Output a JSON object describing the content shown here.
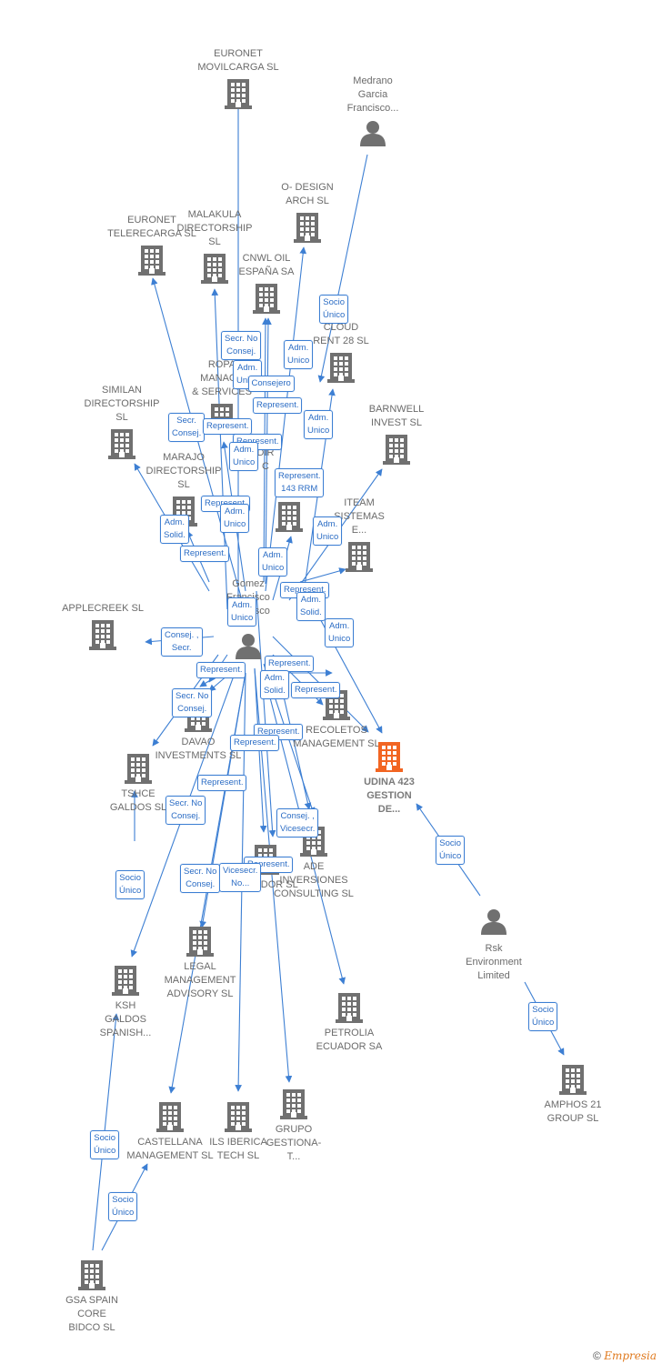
{
  "colors": {
    "edge": "#3d7fd3",
    "company": "#707070",
    "focus": "#f26522",
    "person": "#707070"
  },
  "nodes": [
    {
      "id": "euronet_movil",
      "type": "company",
      "label": "EURONET\nMOVILCARGA SL"
    },
    {
      "id": "medrano",
      "type": "person",
      "label": "Medrano\nGarcia\nFrancisco..."
    },
    {
      "id": "o_design",
      "type": "company",
      "label": "O- DESIGN\nARCH  SL"
    },
    {
      "id": "euronet_tele",
      "type": "company",
      "label": "EURONET\nTELERECARGA SL"
    },
    {
      "id": "malakula",
      "type": "company",
      "label": "MALAKULA\nDIRECTORSHIP\nSL"
    },
    {
      "id": "cnwl",
      "type": "company",
      "label": "CNWL OIL\nESPAÑA SA"
    },
    {
      "id": "cloud",
      "type": "company",
      "label": "CLOUD\nRENT 28  SL"
    },
    {
      "id": "ropa",
      "type": "company",
      "label": "ROPA\nMANAGE\n& SERVICES"
    },
    {
      "id": "similan",
      "type": "company",
      "label": "SIMILAN\nDIRECTORSHIP\nSL"
    },
    {
      "id": "barnwell",
      "type": "company",
      "label": "BARNWELL\nINVEST  SL"
    },
    {
      "id": "marajo",
      "type": "company",
      "label": "MARAJO\nDIRECTORSHIP\nSL"
    },
    {
      "id": "dir",
      "type": "company",
      "label": "DIR\nC"
    },
    {
      "id": "iteam",
      "type": "company",
      "label": "ITEAM\nSISTEMAS\nE..."
    },
    {
      "id": "gomez",
      "type": "person",
      "label": "Gomez\nFrancisco\nFrancisco"
    },
    {
      "id": "applecreek",
      "type": "company",
      "label": "APPLECREEK SL"
    },
    {
      "id": "davao",
      "type": "company",
      "label": "DAVAO\nINVESTMENTS SL"
    },
    {
      "id": "recoletos",
      "type": "company",
      "label": "RECOLETOS\nMANAGEMENT SL"
    },
    {
      "id": "udina",
      "type": "focus",
      "label": "UDINA 423\nGESTION\nDE..."
    },
    {
      "id": "tshce",
      "type": "company",
      "label": "TSHCE\nGALDOS  SL"
    },
    {
      "id": "ade",
      "type": "company",
      "label": "ADE\nINVERSIONES\nCONSULTING SL"
    },
    {
      "id": "ecuador",
      "type": "company",
      "label": "ECUADOR  SL"
    },
    {
      "id": "rsk",
      "type": "person",
      "label": "Rsk\nEnvironment\nLimited"
    },
    {
      "id": "legal",
      "type": "company",
      "label": "LEGAL\nMANAGEMENT\nADVISORY  SL"
    },
    {
      "id": "ksh",
      "type": "company",
      "label": "KSH\nGALDOS\nSPANISH..."
    },
    {
      "id": "petrolia",
      "type": "company",
      "label": "PETROLIA\nECUADOR SA"
    },
    {
      "id": "amphos",
      "type": "company",
      "label": "AMPHOS 21\nGROUP SL"
    },
    {
      "id": "castellana",
      "type": "company",
      "label": "CASTELLANA\nMANAGEMENT SL"
    },
    {
      "id": "ils",
      "type": "company",
      "label": "ILS IBERICA\nTECH  SL"
    },
    {
      "id": "grupo",
      "type": "company",
      "label": "GRUPO\nGESTIONA-\nT..."
    },
    {
      "id": "gsa",
      "type": "company",
      "label": "GSA SPAIN\nCORE\nBIDCO  SL"
    }
  ],
  "badges": [
    "Socio\nÚnico",
    "Secr.  No\nConsej.",
    "Adm.\nUnico",
    "Adm.\nUnico",
    "Consejero",
    "Represent.",
    "Secr.\nConsej.",
    "Represent.",
    "Adm.\nUnico",
    "Represent.",
    "Adm.\nUnico",
    "Represent.\n143 RRM",
    "Represent.",
    "Adm.\nSolid.",
    "Adm.\nUnico",
    "Represent.",
    "Adm.\nUnico",
    "Adm.\nUnico",
    "Represent.",
    "Adm.\nSolid.",
    "Adm.\nUnico",
    "Adm.\nUnico",
    "Consej. ,\nSecr.",
    "Represent.",
    "Represent.",
    "Adm.\nSolid.",
    "Represent.",
    "Secr.  No\nConsej.",
    "Represent.",
    "Represent.",
    "Represent.",
    "Secr.  No\nConsej.",
    "Consej. ,\nVicesecr.",
    "Socio\nÚnico",
    "Represent.",
    "Secr.  No\nConsej.",
    "Vicesecr.\nNo...",
    "Socio\nÚnico",
    "Socio\nÚnico",
    "Socio\nÚnico",
    "Socio\nÚnico"
  ],
  "footer": {
    "copyright": "©",
    "brand": "Empresia"
  }
}
